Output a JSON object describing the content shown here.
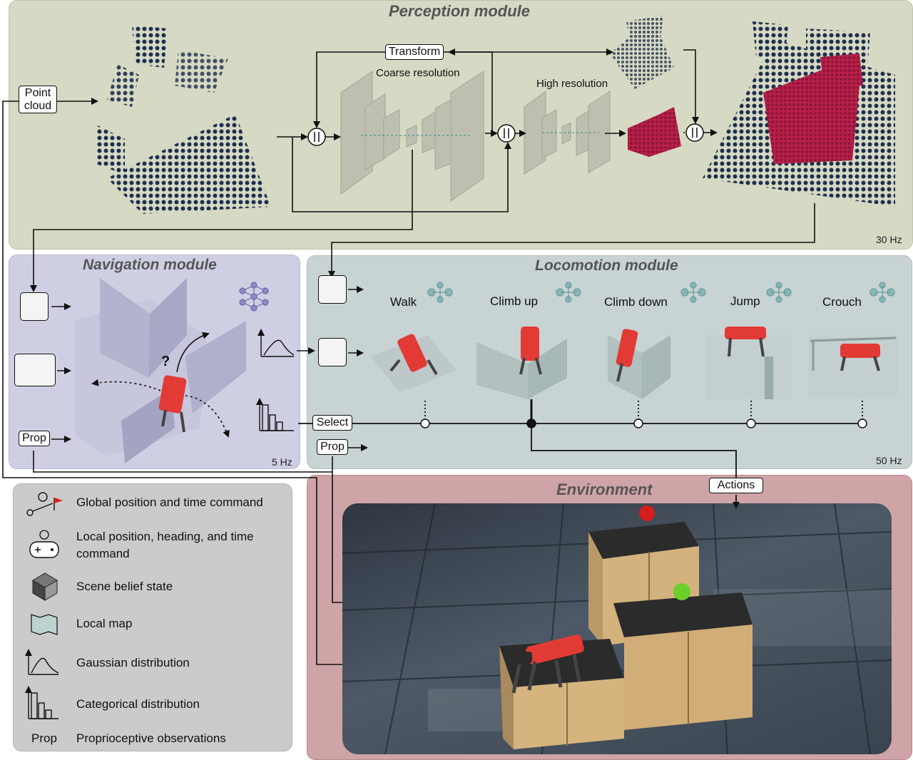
{
  "perception": {
    "title": "Perception module",
    "rate": "30 Hz",
    "point_cloud_label": "Point\ncloud",
    "transform_label": "Transform",
    "coarse_label": "Coarse resolution",
    "high_label": "High resolution"
  },
  "navigation": {
    "title": "Navigation module",
    "rate": "5 Hz",
    "prop_label": "Prop",
    "question": "?"
  },
  "locomotion": {
    "title": "Locomotion module",
    "rate": "50 Hz",
    "select_label": "Select",
    "prop_label": "Prop",
    "skills": [
      "Walk",
      "Climb up",
      "Climb down",
      "Jump",
      "Crouch"
    ]
  },
  "environment": {
    "title": "Environment",
    "actions_label": "Actions"
  },
  "legend": {
    "items": [
      "Global position and time command",
      "Local position, heading, and time command",
      "Scene belief state",
      "Local map",
      "Gaussian distribution",
      "Categorical distribution",
      "Proprioceptive observations"
    ],
    "prop_label": "Prop"
  },
  "colors": {
    "perception_bg": "#d6d9c3",
    "navigation_bg": "#cfcfe4",
    "locomotion_bg": "#c8d3d3",
    "environment_bg": "#cfa4a7",
    "legend_bg": "#cbcbcb",
    "robot_red": "#e23b35",
    "voxel_red": "#b8204a",
    "point_blue": "#1e2f4f"
  }
}
